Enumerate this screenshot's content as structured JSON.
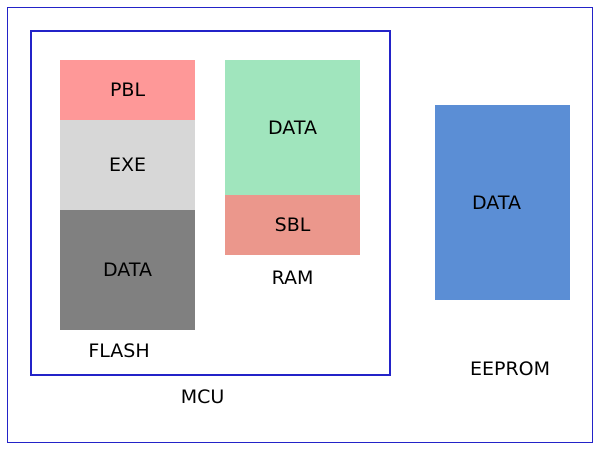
{
  "colors": {
    "border": "#2323c8",
    "pbl": "#fe9898",
    "exe": "#d7d7d7",
    "flash_data": "#808080",
    "ram_data": "#a0e5bd",
    "sbl": "#eb978c",
    "eeprom_data": "#5b8ed5"
  },
  "flash": {
    "pbl_label": "PBL",
    "exe_label": "EXE",
    "data_label": "DATA",
    "caption": "FLASH"
  },
  "ram": {
    "data_label": "DATA",
    "sbl_label": "SBL",
    "caption": "RAM"
  },
  "mcu": {
    "caption": "MCU"
  },
  "eeprom": {
    "data_label": "DATA",
    "caption": "EEPROM"
  }
}
